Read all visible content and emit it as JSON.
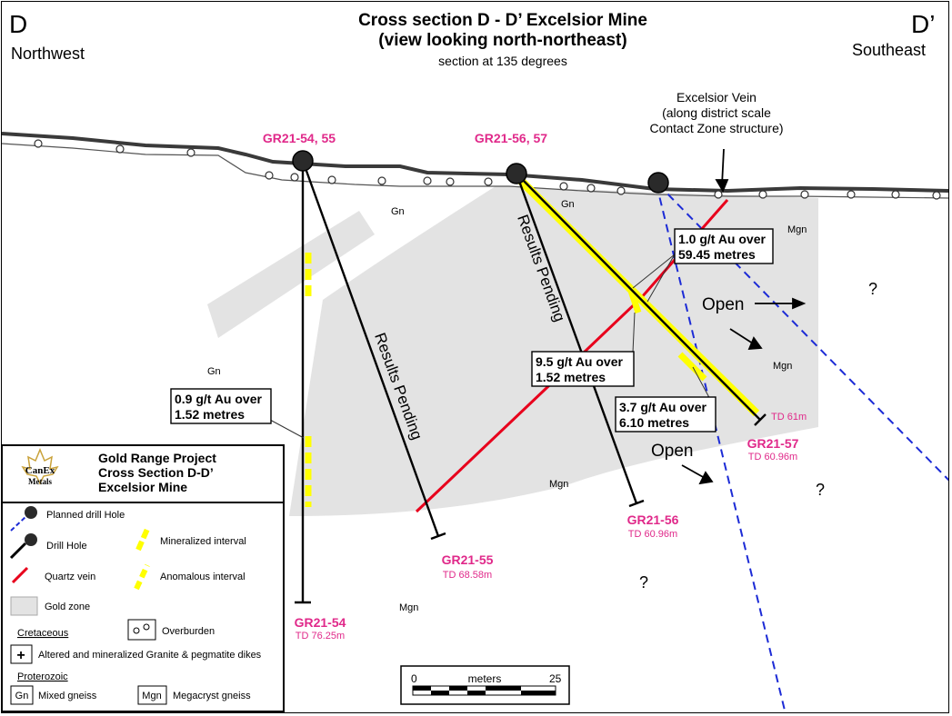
{
  "title": {
    "line1": "Cross section D - D’ Excelsior Mine",
    "line2": "(view looking north-northeast)",
    "line3": "section at 135 degrees"
  },
  "corners": {
    "left_letter": "D",
    "left_direction": "Northwest",
    "right_letter": "D’",
    "right_direction": "Southeast"
  },
  "vein_label": {
    "line1": "Excelsior Vein",
    "line2": "(along district scale",
    "line3": "Contact Zone structure)"
  },
  "collar_labels": {
    "left": "GR21-54, 55",
    "middle": "GR21-56, 57"
  },
  "rock_labels": {
    "gn1": "Gn",
    "gn2": "Gn",
    "gn3": "Gn",
    "mgn1": "Mgn",
    "mgn2": "Mgn",
    "mgn3": "Mgn",
    "mgn4": "Mgn"
  },
  "results_pending": "Results Pending",
  "results": [
    {
      "line1": "1.0 g/t Au over",
      "line2": "59.45 metres"
    },
    {
      "line1": "9.5 g/t Au over",
      "line2": "1.52 metres"
    },
    {
      "line1": "3.7 g/t Au over",
      "line2": "6.10 metres"
    },
    {
      "line1": "0.9 g/t Au over",
      "line2": "1.52 metres"
    }
  ],
  "open_label": "Open",
  "question_mark": "?",
  "holes": [
    {
      "name": "GR21-54",
      "td": "TD 76.25m"
    },
    {
      "name": "GR21-55",
      "td": "TD 68.58m"
    },
    {
      "name": "GR21-56",
      "td": "TD 60.96m"
    },
    {
      "name": "GR21-57",
      "td": "TD 60.96m"
    }
  ],
  "td_extra": "TD 61m",
  "project": {
    "logo_top": "CanEx",
    "logo_bottom": "Metals",
    "line1": "Gold Range Project",
    "line2": "Cross Section D-D’",
    "line3": "Excelsior Mine"
  },
  "legend": {
    "planned": "Planned drill Hole",
    "drill": "Drill Hole",
    "quartz": "Quartz vein",
    "gold": "Gold zone",
    "mineralized": "Mineralized interval",
    "anomalous": "Anomalous interval",
    "overburden": "Overburden",
    "cretaceous": "Cretaceous",
    "granite_symbol": "+",
    "granite": "Altered and mineralized Granite & pegmatite dikes",
    "proterozoic": "Proterozoic",
    "gn_box": "Gn",
    "gn_text": "Mixed gneiss",
    "mgn_box": "Mgn",
    "mgn_text": "Megacryst gneiss"
  },
  "scale": {
    "start": "0",
    "label": "meters",
    "end": "25"
  },
  "colors": {
    "gold_zone": "#e3e3e3",
    "pink": "#e0298a",
    "yellow": "#ffff00",
    "red": "#e8001c",
    "blue": "#1c2bd6"
  }
}
